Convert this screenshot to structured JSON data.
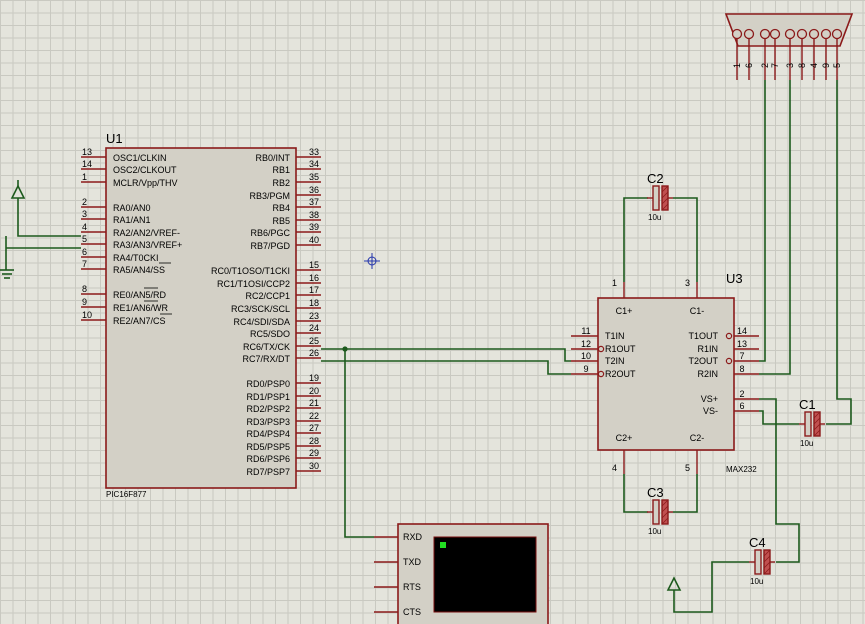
{
  "u1": {
    "ref": "U1",
    "part": "PIC16F877",
    "left_pins": [
      {
        "num": "13",
        "name": "OSC1/CLKIN"
      },
      {
        "num": "14",
        "name": "OSC2/CLKOUT"
      },
      {
        "num": "1",
        "name": "MCLR/Vpp/THV"
      },
      {
        "num": "2",
        "name": "RA0/AN0"
      },
      {
        "num": "3",
        "name": "RA1/AN1"
      },
      {
        "num": "4",
        "name": "RA2/AN2/VREF-"
      },
      {
        "num": "5",
        "name": "RA3/AN3/VREF+"
      },
      {
        "num": "6",
        "name": "RA4/T0CKI"
      },
      {
        "num": "7",
        "name": "RA5/AN4/SS"
      },
      {
        "num": "8",
        "name": "RE0/AN5/RD"
      },
      {
        "num": "9",
        "name": "RE1/AN6/WR"
      },
      {
        "num": "10",
        "name": "RE2/AN7/CS"
      }
    ],
    "right_pins": [
      {
        "num": "33",
        "name": "RB0/INT"
      },
      {
        "num": "34",
        "name": "RB1"
      },
      {
        "num": "35",
        "name": "RB2"
      },
      {
        "num": "36",
        "name": "RB3/PGM"
      },
      {
        "num": "37",
        "name": "RB4"
      },
      {
        "num": "38",
        "name": "RB5"
      },
      {
        "num": "39",
        "name": "RB6/PGC"
      },
      {
        "num": "40",
        "name": "RB7/PGD"
      },
      {
        "num": "15",
        "name": "RC0/T1OSO/T1CKI"
      },
      {
        "num": "16",
        "name": "RC1/T1OSI/CCP2"
      },
      {
        "num": "17",
        "name": "RC2/CCP1"
      },
      {
        "num": "18",
        "name": "RC3/SCK/SCL"
      },
      {
        "num": "23",
        "name": "RC4/SDI/SDA"
      },
      {
        "num": "24",
        "name": "RC5/SDO"
      },
      {
        "num": "25",
        "name": "RC6/TX/CK"
      },
      {
        "num": "26",
        "name": "RC7/RX/DT"
      },
      {
        "num": "19",
        "name": "RD0/PSP0"
      },
      {
        "num": "20",
        "name": "RD1/PSP1"
      },
      {
        "num": "21",
        "name": "RD2/PSP2"
      },
      {
        "num": "22",
        "name": "RD3/PSP3"
      },
      {
        "num": "27",
        "name": "RD4/PSP4"
      },
      {
        "num": "28",
        "name": "RD5/PSP5"
      },
      {
        "num": "29",
        "name": "RD6/PSP6"
      },
      {
        "num": "30",
        "name": "RD7/PSP7"
      }
    ]
  },
  "u3": {
    "ref": "U3",
    "part": "MAX232",
    "top_pins": [
      {
        "num": "1",
        "name": "C1+"
      },
      {
        "num": "3",
        "name": "C1-"
      }
    ],
    "bottom_pins": [
      {
        "num": "4",
        "name": "C2+"
      },
      {
        "num": "5",
        "name": "C2-"
      }
    ],
    "left_pins": [
      {
        "num": "11",
        "name": "T1IN"
      },
      {
        "num": "12",
        "name": "R1OUT"
      },
      {
        "num": "10",
        "name": "T2IN"
      },
      {
        "num": "9",
        "name": "R2OUT"
      }
    ],
    "right_pins": [
      {
        "num": "14",
        "name": "T1OUT"
      },
      {
        "num": "13",
        "name": "R1IN"
      },
      {
        "num": "7",
        "name": "T2OUT"
      },
      {
        "num": "8",
        "name": "R2IN"
      },
      {
        "num": "2",
        "name": "VS+"
      },
      {
        "num": "6",
        "name": "VS-"
      }
    ]
  },
  "capacitors": [
    {
      "ref": "C1",
      "value": "10u"
    },
    {
      "ref": "C2",
      "value": "10u"
    },
    {
      "ref": "C3",
      "value": "10u"
    },
    {
      "ref": "C4",
      "value": "10u"
    }
  ],
  "connector": {
    "pins": [
      "1",
      "6",
      "2",
      "7",
      "3",
      "8",
      "4",
      "9",
      "5"
    ]
  },
  "terminal": {
    "pins": [
      "RXD",
      "TXD",
      "RTS",
      "CTS"
    ]
  },
  "colors": {
    "wire": "#1d5a1d",
    "component_outline": "#8b1a1a",
    "component_fill": "#d3d0c6",
    "grid": "#c9c9c1",
    "background": "#e4e4dc",
    "terminal_screen": "#000000",
    "terminal_indicator": "#22dd22",
    "marker": "#2233aa"
  }
}
